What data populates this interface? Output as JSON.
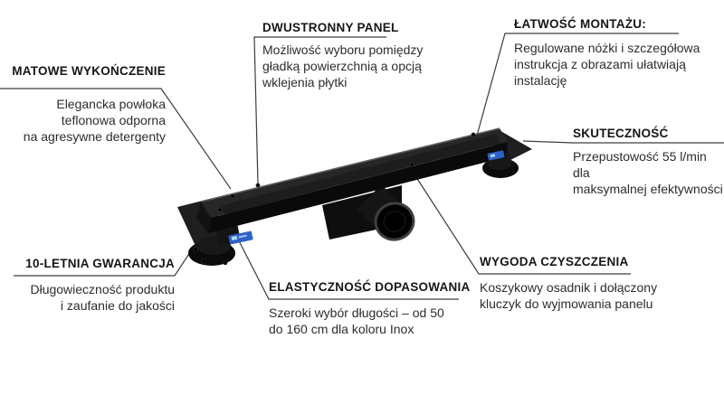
{
  "illustration": "black-linear-shower-drain",
  "colors": {
    "background": "#ffffff",
    "callout_line": "#3d3d3d",
    "heading_text": "#161616",
    "body_text": "#2d2d2d",
    "drain_body": "#0a0a0a",
    "drain_top": "#272727",
    "drain_highlight": "#5f5f5f",
    "foot_label_blue": "#2e62c6"
  },
  "callouts": [
    {
      "title": "MATOWE WYKOŃCZENIE",
      "body": "Elegancka powłoka\nteflonowa odporna\nna agresywne detergenty"
    },
    {
      "title": "DWUSTRONNY PANEL",
      "body": "Możliwość wyboru pomiędzy\ngładką powierzchnią a opcją\nwklejenia płytki"
    },
    {
      "title": "ŁATWOŚĆ MONTAŻU:",
      "body": "Regulowane nóżki i szczegółowa\ninstrukcja z obrazami ułatwiają\ninstalację"
    },
    {
      "title": "SKUTECZNOŚĆ",
      "body": "Przepustowość 55 l/min dla\nmaksymalnej efektywności"
    },
    {
      "title": "10-LETNIA GWARANCJA",
      "body": "Długowieczność produktu\ni zaufanie do jakości"
    },
    {
      "title": "ELASTYCZNOŚĆ DOPASOWANIA",
      "body": "Szeroki wybór długości – od 50\ndo 160 cm dla koloru Inox"
    },
    {
      "title": "WYGODA CZYSZCZENIA",
      "body": "Koszykowy osadnik i dołączony\nkluczyk do wyjmowania panelu"
    }
  ]
}
